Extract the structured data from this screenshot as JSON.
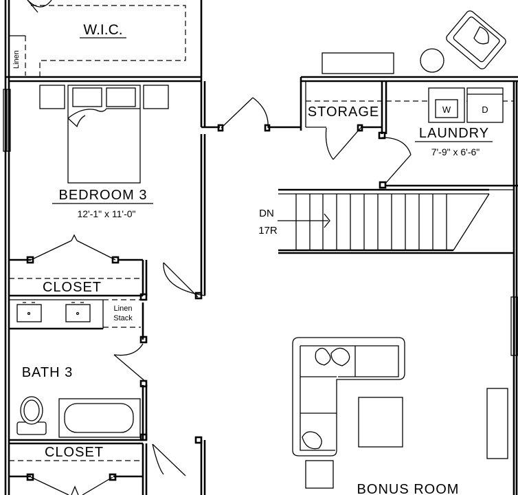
{
  "rooms": {
    "wic": "W.I.C.",
    "linen": "Linen",
    "bedroom3": {
      "name": "BEDROOM 3",
      "size": "12'-1\" x 11'-0\""
    },
    "storage": "STORAGE",
    "laundry": {
      "name": "LAUNDRY",
      "size": "7'-9\" x 6'-6\""
    },
    "washer": "W",
    "dryer": "D",
    "closet_upper": "CLOSET",
    "linen_stack": [
      "Linen",
      "Stack"
    ],
    "bath3": "BATH 3",
    "closet_lower": "CLOSET",
    "bonus": "BONUS ROOM"
  },
  "stairs": {
    "direction": "DN",
    "risers": "17R"
  }
}
